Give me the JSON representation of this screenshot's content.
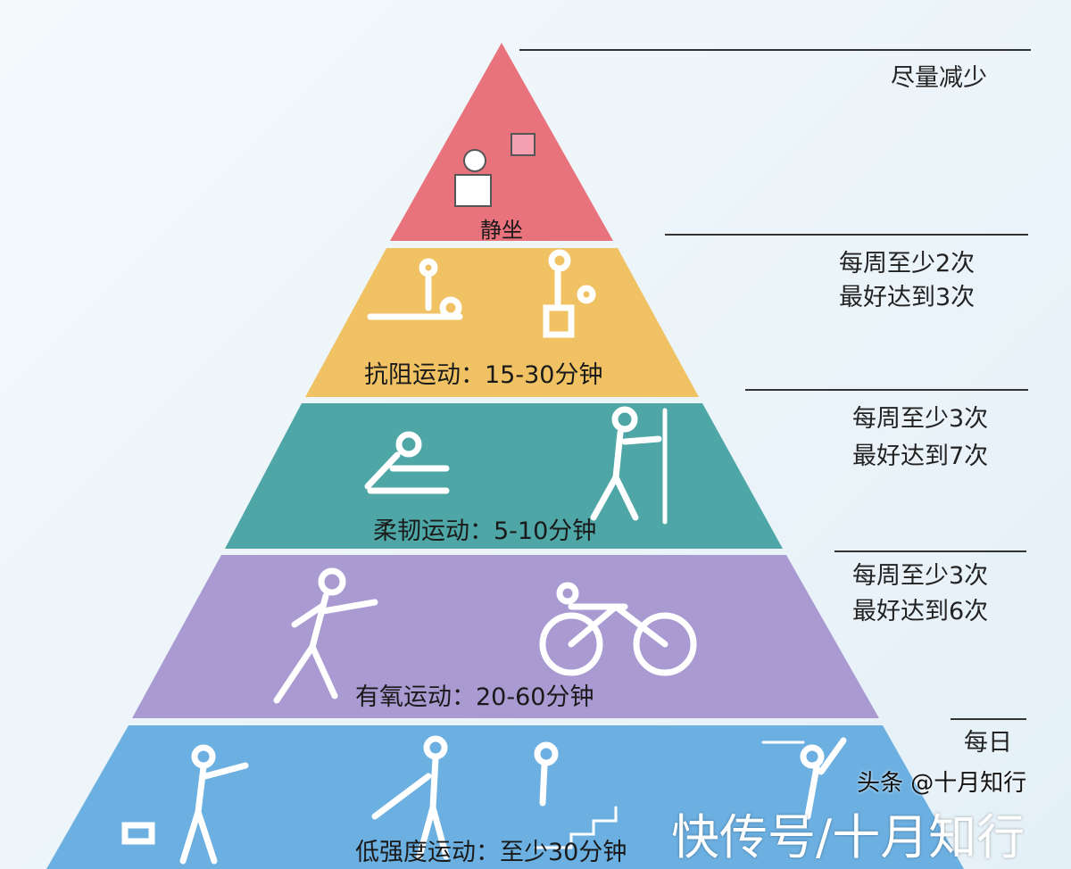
{
  "levels": [
    {
      "label": "静坐",
      "frequency": [
        "尽量减少"
      ],
      "color": "#e9737c"
    },
    {
      "label": "抗阻运动：15-30分钟",
      "frequency": [
        "每周至少2次",
        "最好达到3次"
      ],
      "color": "#f1c264"
    },
    {
      "label": "柔韧运动：5-10分钟",
      "frequency": [
        "每周至少3次",
        "最好达到7次"
      ],
      "color": "#4ea6a6"
    },
    {
      "label": "有氧运动：20-60分钟",
      "frequency": [
        "每周至少3次",
        "最好达到6次"
      ],
      "color": "#a99bd2"
    },
    {
      "label": "低强度运动：至少30分钟",
      "frequency": [
        "每日"
      ],
      "color": "#6cb0e2"
    }
  ],
  "watermark": {
    "large": "快传号/十月知行",
    "small": "头条 @十月知行"
  }
}
